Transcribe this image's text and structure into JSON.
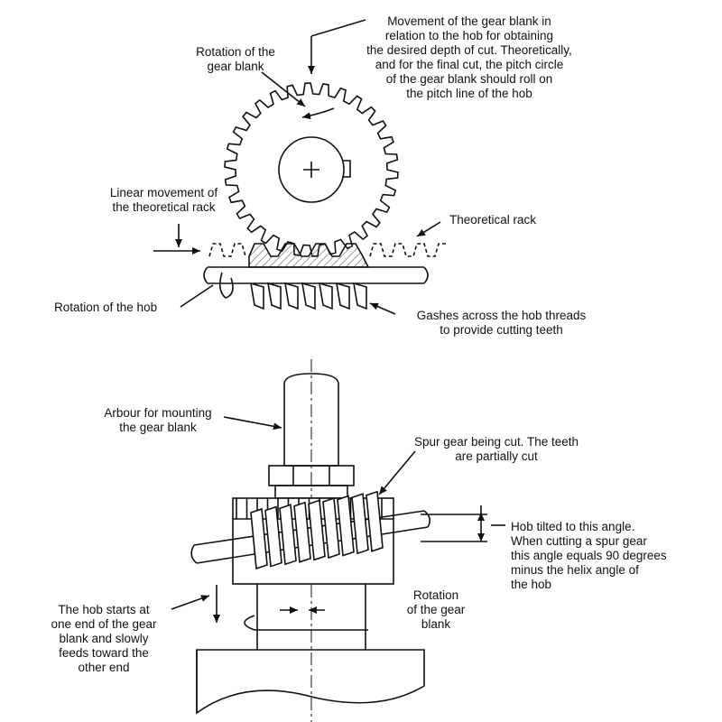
{
  "labels": {
    "gear_blank_movement": "Movement of the gear blank in\nrelation to the hob for obtaining\nthe desired depth of cut. Theoretically,\nand for the final cut, the pitch circle\nof the gear blank should roll on\nthe pitch line of the hob",
    "gear_blank_rotation": "Rotation of the\ngear blank",
    "rack_linear_movement": "Linear movement of\nthe theoretical rack",
    "theoretical_rack": "Theoretical rack",
    "hob_rotation": "Rotation of the hob",
    "gashes": "Gashes across the hob threads\nto provide cutting teeth",
    "arbour": "Arbour for mounting\nthe gear blank",
    "spur_gear_cut": "Spur gear being cut. The teeth\nare partially cut",
    "hob_tilted": "Hob tilted to this angle.\nWhen cutting a spur gear\nthis angle equals 90 degrees\nminus the helix angle of\nthe hob",
    "hob_feed": "The hob starts at\none end of the gear\nblank and slowly\nfeeds toward the\nother end",
    "gear_blank_rotation_lower": "Rotation\nof the gear\nblank"
  },
  "colors": {
    "ink": "#111111",
    "paper": "#ffffff",
    "hatch": "#555555"
  }
}
